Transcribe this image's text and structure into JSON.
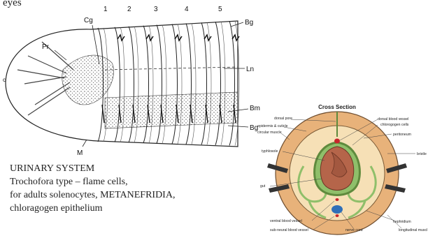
{
  "top_caption": "eyes",
  "worm_diagram": {
    "segment_numbers": [
      "1",
      "2",
      "3",
      "4",
      "5"
    ],
    "labels": {
      "pr": "Pr",
      "cg": "Cg",
      "m": "M",
      "bg_top": "Bg",
      "ln": "Ln",
      "bm": "Bm",
      "bg_bottom": "Bg",
      "c": "c"
    }
  },
  "urinary_system": {
    "title": "URINARY SYSTEM",
    "lines": [
      "Trochofora type – flame cells,",
      "for adults solenocytes, METANEFRIDIA,",
      "chloragogen epithelium"
    ]
  },
  "cross_section": {
    "title": "Cross Section",
    "labels": {
      "dorsal_pore": "dorsal pore",
      "epidermis_cuticle": "epidermis & cuticle",
      "circular_muscle": "circular muscle",
      "typhlosole": "typhlosole",
      "gut": "gut",
      "ventral_blood_vessel": "ventral blood vessel",
      "subneural_blood_vessel": "sub-neural blood vessel",
      "dorsal_blood_vessel": "dorsal blood vessel",
      "chlorogogen_cells": "chlorogogen cells",
      "peritoneum": "peritoneum",
      "bristle": "bristle",
      "nephridium": "nephridium",
      "nerve_cord": "nerve cord",
      "longitudinal_muscle": "longitudinal muscl"
    },
    "colors": {
      "outer_ring": "#e8b27a",
      "inner_body": "#f6e0b6",
      "gut": "#b5654a",
      "tissue_green": "#8fbf6a",
      "dorsal_vessel": "#c8252b",
      "nerve_cord": "#2f6fb8",
      "bristle": "#333333"
    }
  }
}
